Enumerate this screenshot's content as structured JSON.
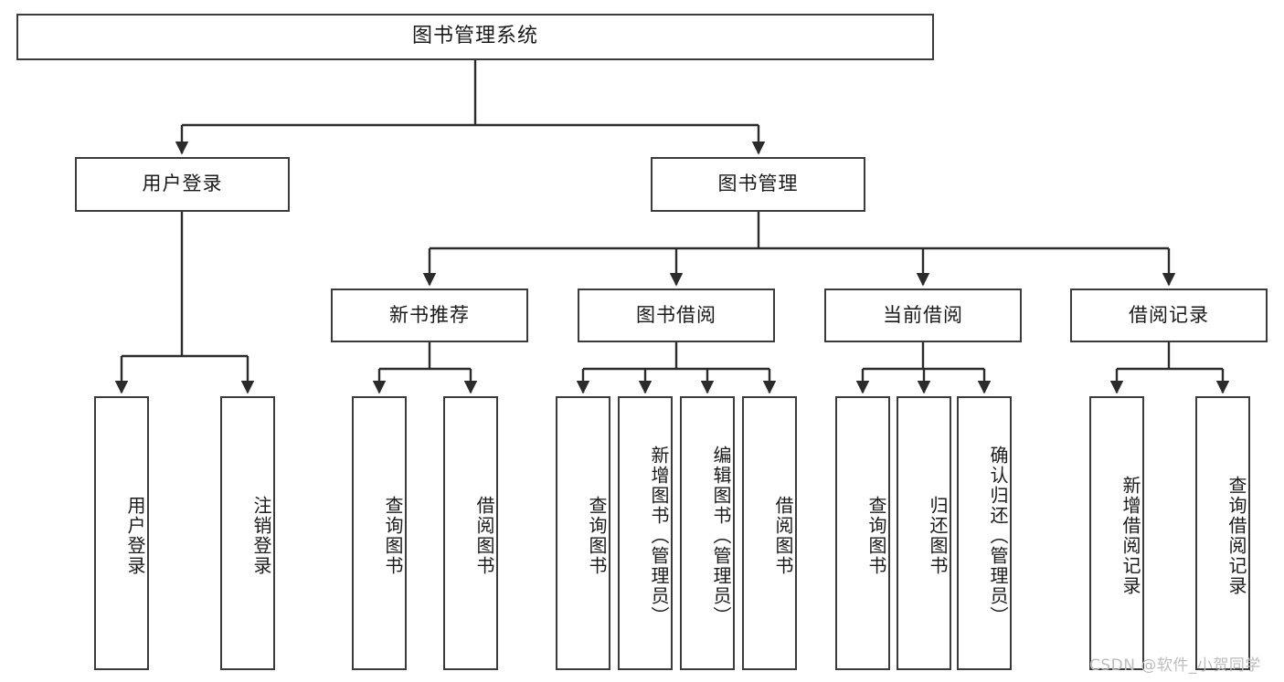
{
  "diagram": {
    "title": "图书管理系统",
    "type": "functional-structure-tree",
    "watermark": "CSDN @软件_小贺同学",
    "colors": {
      "box_border": "#3b3b3b",
      "box_fill": "#ffffff",
      "edge": "#2b2b2b",
      "text": "#1a1a1a",
      "watermark": "#bdbdbd",
      "background": "#ffffff"
    },
    "levels": {
      "root": {
        "label": "图书管理系统"
      },
      "level1": [
        {
          "label": "用户登录"
        },
        {
          "label": "图书管理"
        }
      ],
      "level2": [
        {
          "label": "新书推荐"
        },
        {
          "label": "图书借阅"
        },
        {
          "label": "当前借阅"
        },
        {
          "label": "借阅记录"
        }
      ],
      "leaves": {
        "user_login": [
          {
            "label": "用户登录"
          },
          {
            "label": "注销登录"
          }
        ],
        "new_book_recommend": [
          {
            "label": "查询图书"
          },
          {
            "label": "借阅图书"
          }
        ],
        "book_borrow": [
          {
            "label": "查询图书"
          },
          {
            "label": "新增图书（管理员）"
          },
          {
            "label": "编辑图书（管理员）"
          },
          {
            "label": "借阅图书"
          }
        ],
        "current_borrow": [
          {
            "label": "查询图书"
          },
          {
            "label": "归还图书"
          },
          {
            "label": "确认归还（管理员）"
          }
        ],
        "borrow_records": [
          {
            "label": "新增借阅记录"
          },
          {
            "label": "查询借阅记录"
          }
        ]
      }
    }
  }
}
